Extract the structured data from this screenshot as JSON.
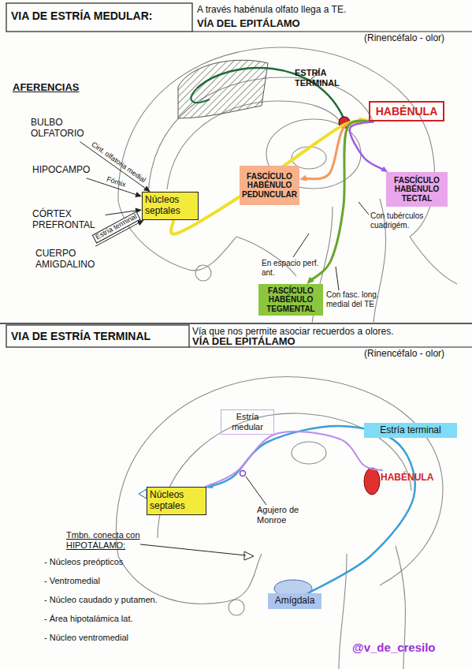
{
  "diagram": {
    "nodes": [
      {
        "text": [
          "BULBO OLFATORIO"
        ]
      },
      {
        "text": [
          "HIPOCAMPO"
        ]
      },
      {
        "text": [
          "CÓRTEX PREFRONTAL"
        ]
      },
      {
        "text": [
          "CUERPO AMIGDALINO"
        ]
      },
      {
        "text": [
          "Núcleos septales"
        ]
      },
      {
        "text": [
          "HABÉNULA"
        ]
      },
      {
        "text": [
          "FASCÍCULO HABÉNULO PEDUNCULAR"
        ]
      },
      {
        "text": [
          "FASCÍCULO HABÉNULO TEGMENTAL"
        ]
      },
      {
        "text": [
          "FASCÍCULO HABÉNULO TECTAL"
        ]
      },
      {
        "text": [
          "Estría medular"
        ]
      },
      {
        "text": [
          "Estría terminal"
        ]
      },
      {
        "text": [
          "HABÉNULA"
        ]
      },
      {
        "text": [
          "Núcleos septales"
        ]
      },
      {
        "text": [
          "Amígdala"
        ]
      }
    ],
    "edges": [
      {
        "from": 0,
        "to": 4,
        "label": "Cint. olfatoria medial",
        "arrow": "to"
      },
      {
        "from": 1,
        "to": 4,
        "label": "Fórnix",
        "arrow": "to"
      },
      {
        "from": 2,
        "to": 4,
        "arrow": "to"
      },
      {
        "from": 3,
        "to": 4,
        "label": "Estría terminal",
        "arrow": "to"
      },
      {
        "from": 4,
        "to": 5,
        "arrow": "to"
      },
      {
        "from": 5,
        "to": 6,
        "arrow": "to"
      },
      {
        "from": 5,
        "to": 7,
        "arrow": "to"
      },
      {
        "from": 5,
        "to": 8,
        "arrow": "to"
      },
      {
        "from": 13,
        "to": 12,
        "arrow": "to"
      },
      {
        "from": 12,
        "to": 11,
        "arrow": "none"
      }
    ],
    "labels": [
      "VIA DE ESTRÍA MEDULAR:",
      "A través habénula olfato llega a TE.",
      "VÍA DEL EPITÁLAMO",
      "(Rinencéfalo - olor)",
      "AFERENCIAS",
      "ESTRÍA TERMINAL",
      "Con tubérculos cuadrigém.",
      "En espacio perf. ant.",
      "Con fasc. long. medial del TE",
      "VIA DE ESTRÍA TERMINAL",
      "Vía que nos permite asociar recuerdos a olores.",
      "VÍA DEL EPITÁLAMO",
      "(Rinencéfalo - olor)",
      "Agujero de Monroe",
      "Tmbn. conecta con HIPOTÁLAMO:",
      "- Núcleos preópticos",
      "- Ventromedial",
      "- Núcleo caudado y putamen.",
      "- Área hipotalámica lat.",
      "- Núcleo ventromedial",
      "@v_de_cresilo"
    ]
  }
}
